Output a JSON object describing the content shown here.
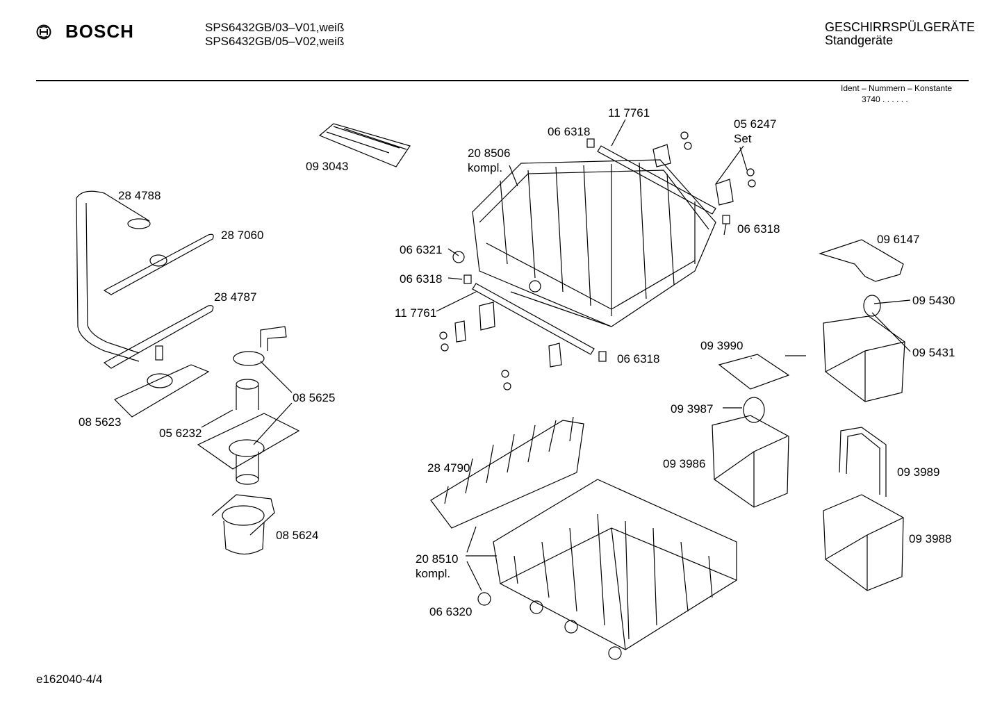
{
  "header": {
    "brand": "BOSCH",
    "models": [
      "SPS6432GB/03–V01,weiß",
      "SPS6432GB/05–V02,weiß"
    ],
    "category_line1": "GESCHIRRSPÜLGERÄTE",
    "category_line2": "Standgeräte",
    "ident_label": "Ident – Nummern – Konstante",
    "ident_value": "3740 . . . . . ."
  },
  "footer": {
    "code": "e162040-4/4"
  },
  "parts": [
    "28 4788",
    "28 7060",
    "28 4787",
    "08 5623",
    "05 6232",
    "08 5625",
    "08 5624",
    "09 3043",
    "20 8506",
    "kompl.",
    "06 6318",
    "11 7761",
    "05 6247",
    "Set",
    "06 6318",
    "06 6321",
    "06 6318",
    "11 7761",
    "06 6318",
    "09 6147",
    "09 5430",
    "09 5431",
    "09 3990",
    "09 3987",
    "09 3986",
    "28 4790",
    "20 8510",
    "kompl.",
    "06 6320",
    "09 3989",
    "09 3988"
  ]
}
